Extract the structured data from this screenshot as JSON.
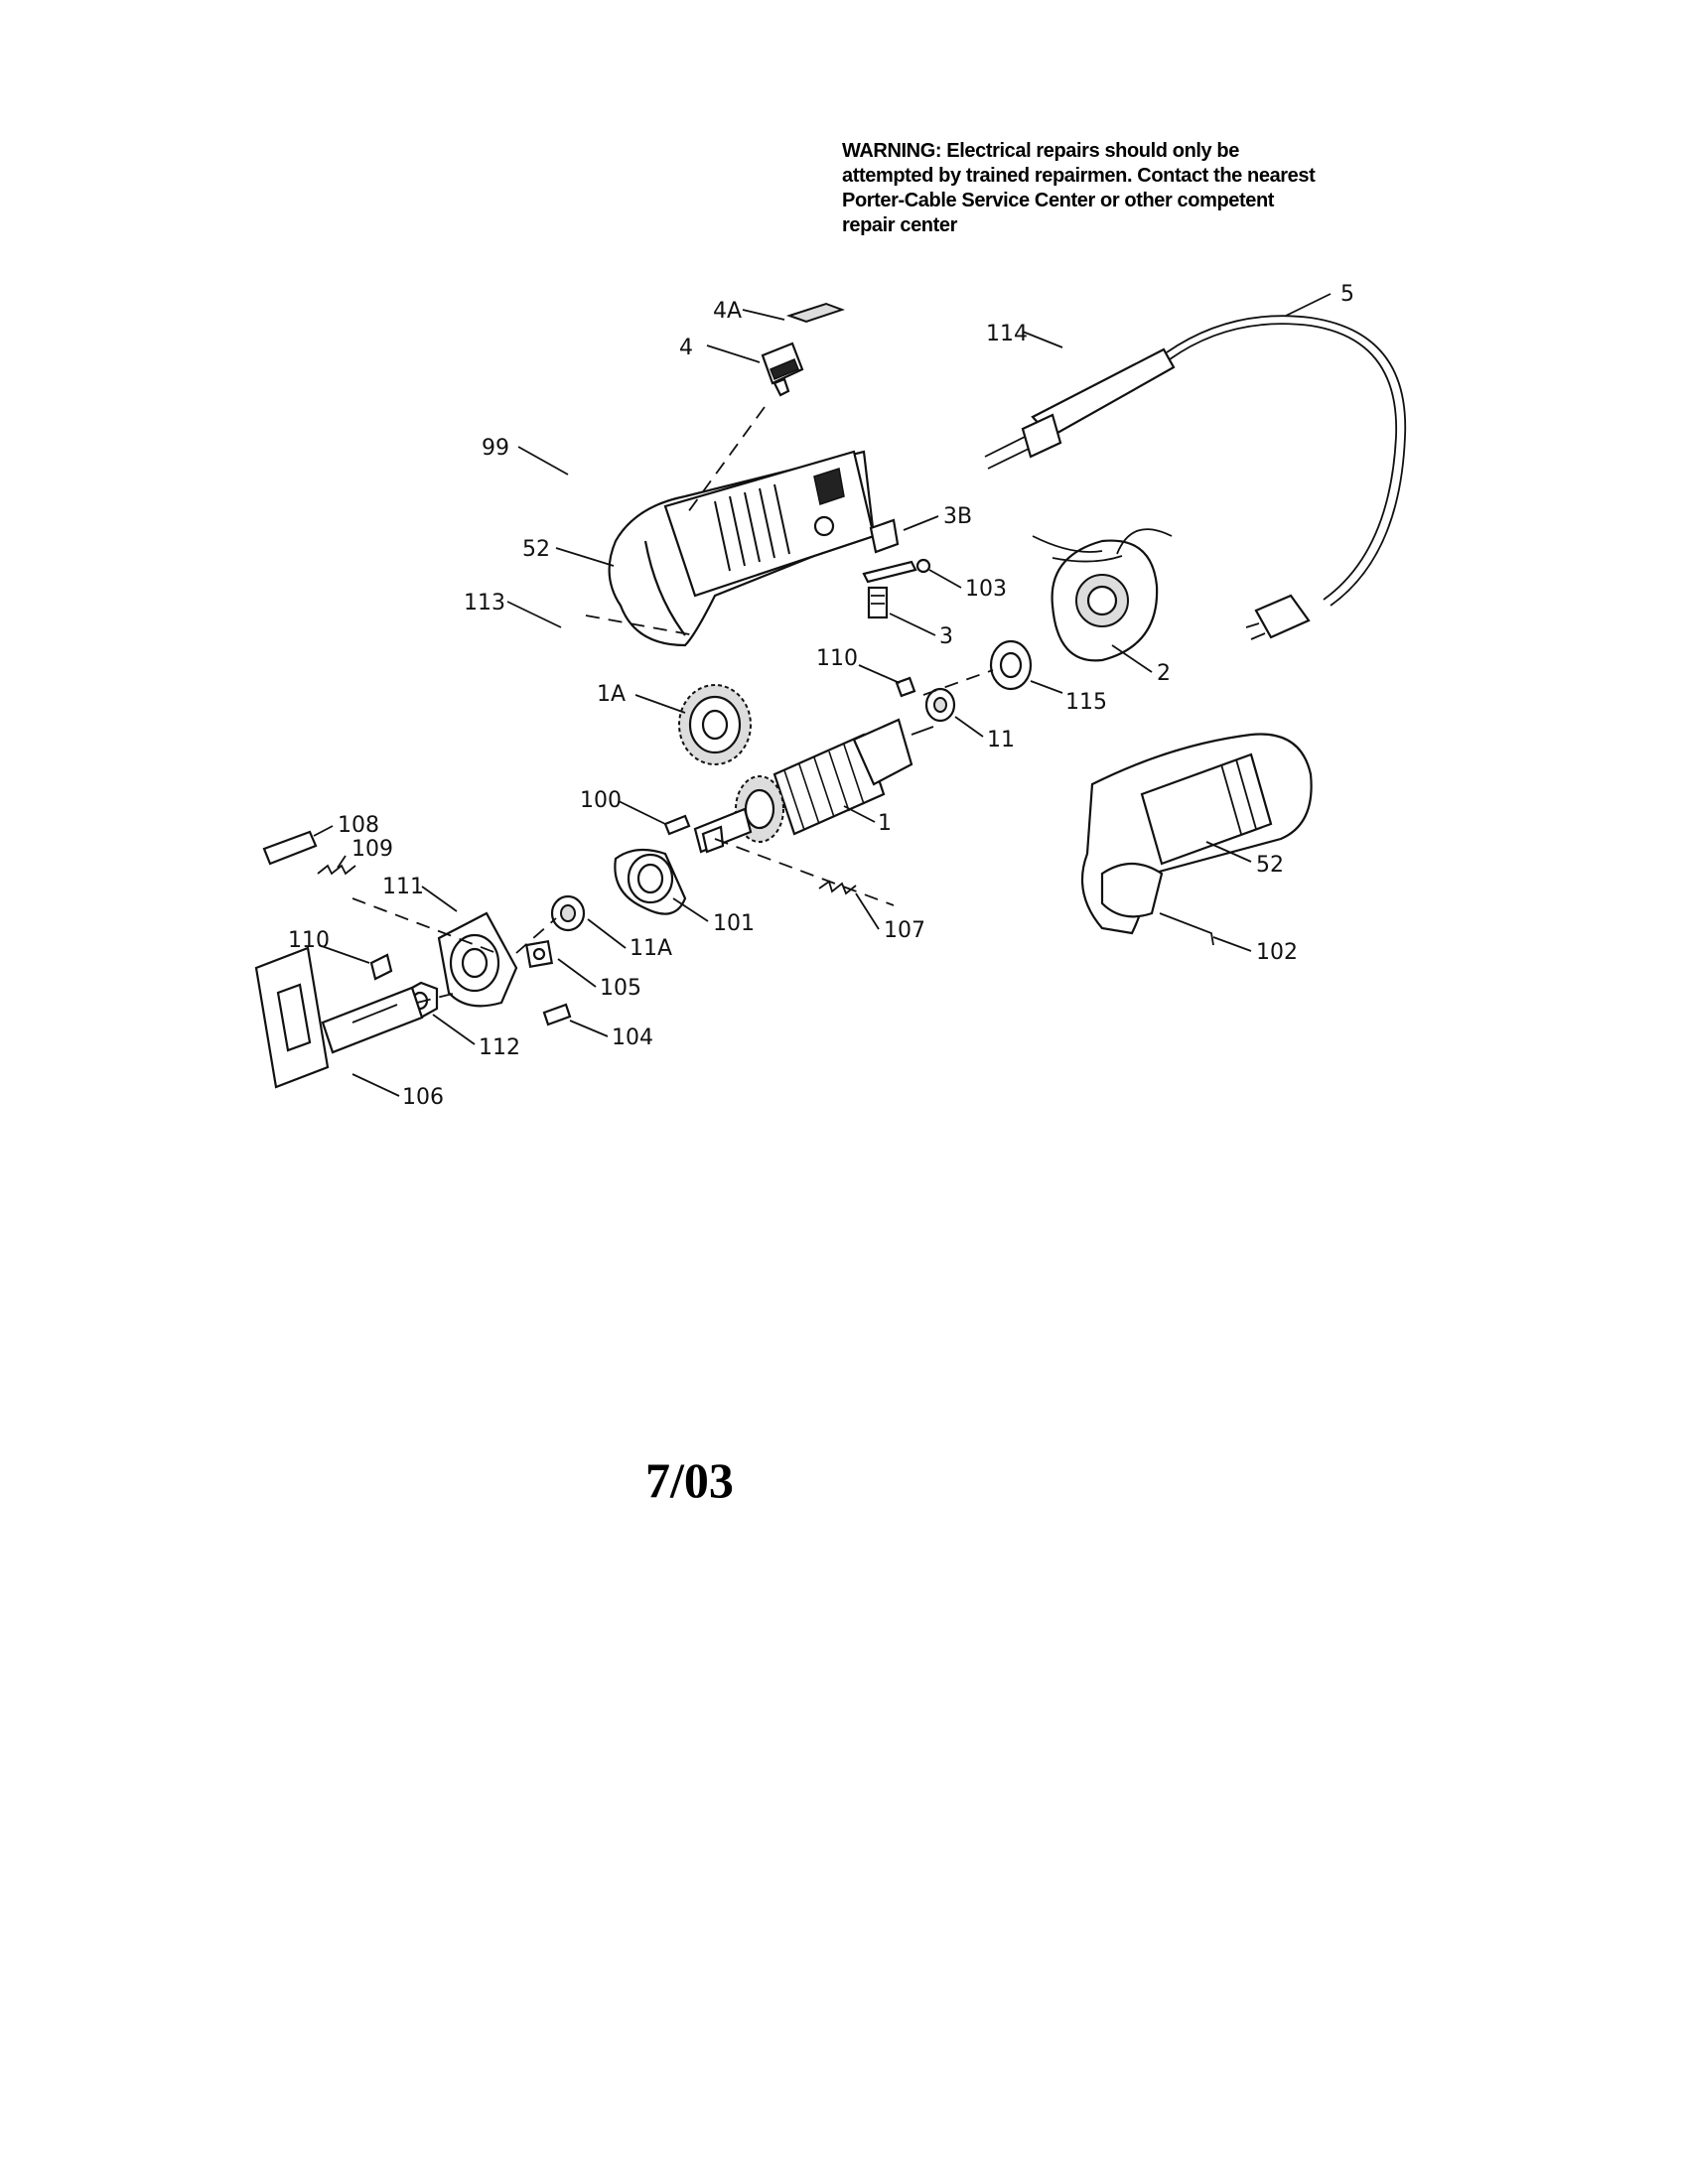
{
  "warning": {
    "lines": [
      "WARNING: Electrical repairs should only be",
      "attempted by trained repairmen. Contact the nearest",
      "Porter-Cable Service Center or other competent",
      "repair center"
    ]
  },
  "date": "7/03",
  "parts": {
    "p4A": "4A",
    "p4": "4",
    "p5": "5",
    "p114": "114",
    "p99": "99",
    "p52a": "52",
    "p113": "113",
    "p3B": "3B",
    "p103": "103",
    "p3": "3",
    "p110a": "110",
    "p2": "2",
    "p1A": "1A",
    "p115": "115",
    "p11": "11",
    "p100": "100",
    "p1": "1",
    "p108": "108",
    "p109": "109",
    "p111": "111",
    "p101": "101",
    "p107": "107",
    "p52b": "52",
    "p110b": "110",
    "p11A": "11A",
    "p105": "105",
    "p102": "102",
    "p112": "112",
    "p104": "104",
    "p106": "106"
  }
}
